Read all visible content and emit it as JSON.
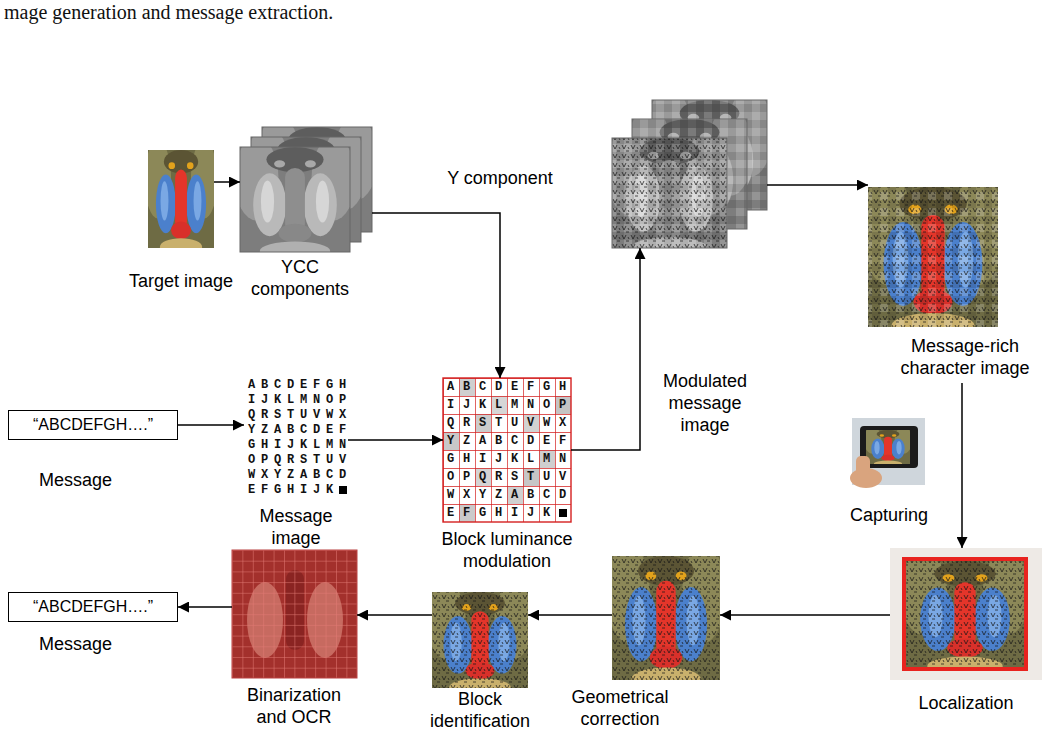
{
  "diagram": {
    "nodes": [
      {
        "text": [
          "Target image"
        ]
      },
      {
        "text": [
          "YCC components"
        ]
      },
      {
        "text": [
          "Modulated message image"
        ]
      },
      {
        "text": [
          "Message-rich character image"
        ]
      },
      {
        "text": [
          "“ABCDEFGH….”",
          "Message"
        ]
      },
      {
        "text": [
          "Message image"
        ]
      },
      {
        "text": [
          "Block luminance modulation"
        ]
      },
      {
        "text": [
          "“ABCDEFGH….”",
          "Message"
        ]
      },
      {
        "text": [
          "Binarization and OCR"
        ]
      },
      {
        "text": [
          "Block identification"
        ]
      },
      {
        "text": [
          "Geometrical correction"
        ]
      },
      {
        "text": [
          "Localization"
        ]
      }
    ],
    "edges": [
      {
        "from": 0,
        "to": 1,
        "arrow": "to"
      },
      {
        "from": 1,
        "to": 6,
        "label": "Y component",
        "arrow": "to"
      },
      {
        "from": 4,
        "to": 5,
        "arrow": "to"
      },
      {
        "from": 5,
        "to": 6,
        "arrow": "to"
      },
      {
        "from": 6,
        "to": 2,
        "arrow": "to"
      },
      {
        "from": 2,
        "to": 3,
        "arrow": "to"
      },
      {
        "from": 3,
        "to": 11,
        "label": "Capturing",
        "arrow": "to"
      },
      {
        "from": 11,
        "to": 10,
        "arrow": "to"
      },
      {
        "from": 10,
        "to": 9,
        "arrow": "to"
      },
      {
        "from": 9,
        "to": 8,
        "arrow": "to"
      },
      {
        "from": 8,
        "to": 7,
        "arrow": "to"
      }
    ],
    "labels": [
      "mage generation and message extraction.",
      "A B C D E F G H",
      "I J K L M N O P",
      "Q R S T U V W X",
      "Y Z A B C D E F",
      "G H I J K L M N",
      "O P Q R S T U V",
      "W X Y Z A B C D",
      "E F G H I J K",
      "A B C D E F G H",
      "I J K L M N O P",
      "Q R S T U V W X",
      "Y Z A B C D E F",
      "G H I J K L M N",
      "O P Q R S T U V",
      "W X Y Z A B C D",
      "E F G H I J K"
    ]
  }
}
